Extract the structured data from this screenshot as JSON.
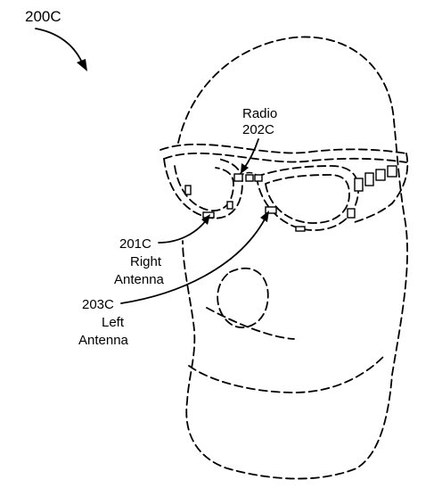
{
  "figure": {
    "number": "200C"
  },
  "labels": {
    "radio": {
      "name": "Radio",
      "ref": "202C"
    },
    "right_antenna": {
      "ref": "201C",
      "name_line1": "Right",
      "name_line2": "Antenna"
    },
    "left_antenna": {
      "ref": "203C",
      "name_line1": "Left",
      "name_line2": "Antenna"
    }
  },
  "colors": {
    "ink": "#000000",
    "paper": "#ffffff"
  }
}
